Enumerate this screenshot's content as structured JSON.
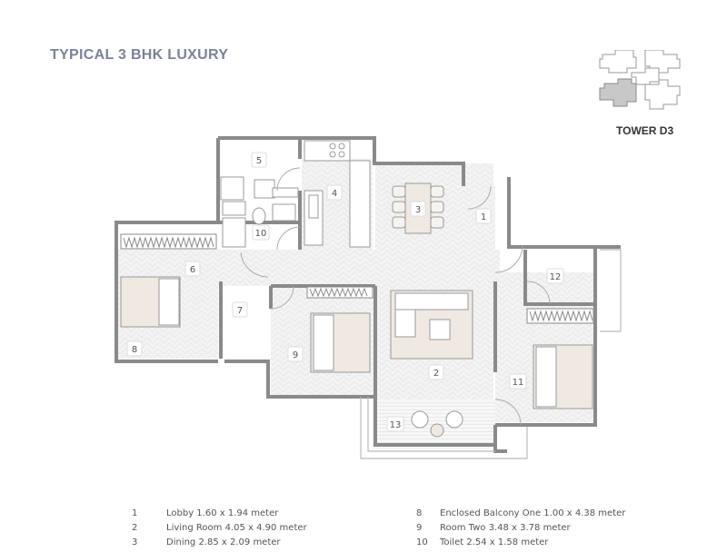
{
  "header": {
    "title": "TYPICAL 3 BHK LUXURY",
    "tower_label": "TOWER D3"
  },
  "colors": {
    "title": "#7a8399",
    "wall": "#8a8a8a",
    "floor": "#f2f2f2",
    "furniture_accent": "#efe9e2",
    "keyplan_highlight": "#c8c8c8"
  },
  "room_tags": [
    "1",
    "2",
    "3",
    "4",
    "5",
    "6",
    "7",
    "8",
    "9",
    "10",
    "11",
    "12",
    "13"
  ],
  "legend": {
    "left": [
      {
        "num": "1",
        "text": "Lobby 1.60 x 1.94 meter"
      },
      {
        "num": "2",
        "text": "Living Room 4.05 x 4.90 meter"
      },
      {
        "num": "3",
        "text": "Dining 2.85 x 2.09 meter"
      }
    ],
    "right": [
      {
        "num": "8",
        "text": "Enclosed Balcony One 1.00 x 4.38 meter"
      },
      {
        "num": "9",
        "text": "Room Two 3.48 x 3.78 meter"
      },
      {
        "num": "10",
        "text": "Toilet 2.54 x 1.58 meter"
      }
    ]
  }
}
